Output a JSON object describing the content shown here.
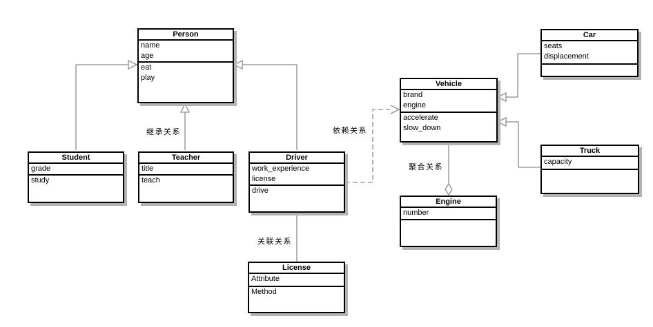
{
  "classes": {
    "person": {
      "name": "Person",
      "attributes": [
        "name",
        "age"
      ],
      "methods": [
        "eat",
        "play"
      ]
    },
    "student": {
      "name": "Student",
      "attributes": [
        "grade"
      ],
      "methods": [
        "study"
      ]
    },
    "teacher": {
      "name": "Teacher",
      "attributes": [
        "title"
      ],
      "methods": [
        "teach"
      ]
    },
    "driver": {
      "name": "Driver",
      "attributes": [
        "work_experience",
        "license"
      ],
      "methods": [
        "drive"
      ]
    },
    "license": {
      "name": "License",
      "attributes": [
        "Attribute"
      ],
      "methods": [
        "Method"
      ]
    },
    "vehicle": {
      "name": "Vehicle",
      "attributes": [
        "brand",
        "engine"
      ],
      "methods": [
        "accelerate",
        "slow_down"
      ]
    },
    "engine": {
      "name": "Engine",
      "attributes": [
        "number"
      ],
      "methods": []
    },
    "car": {
      "name": "Car",
      "attributes": [
        "seats",
        "displacement"
      ],
      "methods": []
    },
    "truck": {
      "name": "Truck",
      "attributes": [
        "capacity"
      ],
      "methods": []
    }
  },
  "relationship_labels": {
    "inheritance": "继承关系",
    "dependency": "依赖关系",
    "aggregation": "聚合关系",
    "association": "关联关系"
  },
  "colors": {
    "connector_line": "#8c8c8c",
    "box_border": "#000000",
    "box_shadow": "#b3b3b3",
    "background": "#ffffff",
    "text": "#000000"
  }
}
